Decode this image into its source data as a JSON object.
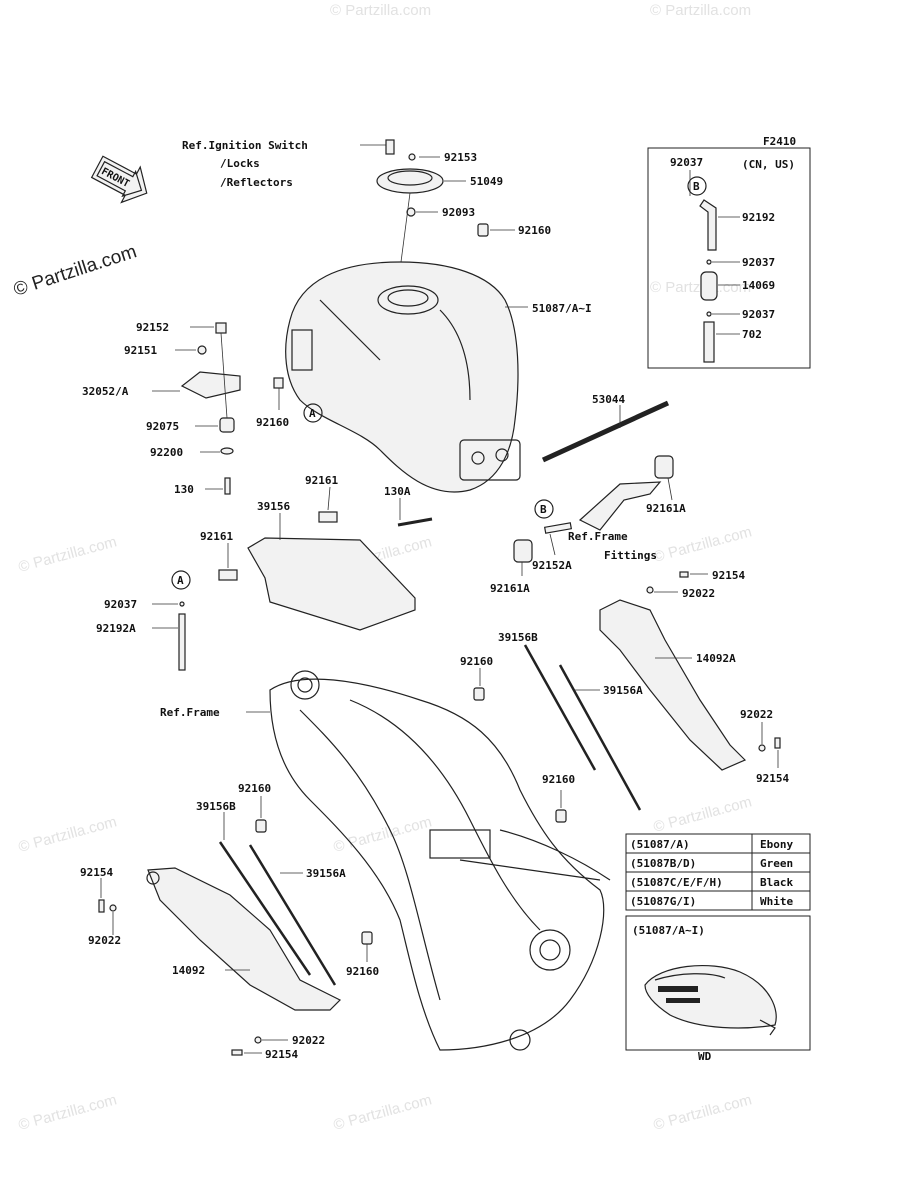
{
  "diagram_code": "F2410",
  "watermark_main": "© Partzilla.com",
  "watermark_tile": "© Partzilla.com",
  "front_label": "FRONT",
  "ref_labels": {
    "ignition_line1": "Ref.Ignition Switch",
    "ignition_line2": "/Locks",
    "ignition_line3": "/Reflectors",
    "frame_fittings_line1": "Ref.Frame",
    "frame_fittings_line2": "Fittings",
    "frame": "Ref.Frame"
  },
  "callouts": {
    "A": "A",
    "B": "B"
  },
  "parts": {
    "p92153": "92153",
    "p51049": "51049",
    "p92093": "92093",
    "p92160_top": "92160",
    "p51087": "51087/A~I",
    "p92152": "92152",
    "p92151": "92151",
    "p32052": "32052/A",
    "p92075": "92075",
    "p92200": "92200",
    "p130": "130",
    "p92160_left": "92160",
    "p53044": "53044",
    "p92161a_right": "92161A",
    "p130a": "130A",
    "p92161_a": "92161",
    "p39156": "39156",
    "p92161_b": "92161",
    "p92152a": "92152A",
    "p92161a_bottom": "92161A",
    "p92154_a": "92154",
    "p92022_a": "92022",
    "p92037_left": "92037",
    "p92192a": "92192A",
    "p39156b_a": "39156B",
    "p92160_mid": "92160",
    "p14092a": "14092A",
    "p39156a_a": "39156A",
    "p92022_b": "92022",
    "p92154_b": "92154",
    "p92160_mid2": "92160",
    "p92160_low": "92160",
    "p39156b_b": "39156B",
    "p39156a_b": "39156A",
    "p92154_c": "92154",
    "p92022_c": "92022",
    "p14092": "14092",
    "p92160_bottom": "92160",
    "p92022_d": "92022",
    "p92154_d": "92154"
  },
  "inset_cn_us": {
    "region": "(CN, US)",
    "p92037_top": "92037",
    "p92192": "92192",
    "p92037_mid": "92037",
    "p14069": "14069",
    "p92037_low": "92037",
    "p702": "702"
  },
  "color_table": [
    {
      "code": "(51087/A)",
      "color": "Ebony"
    },
    {
      "code": "(51087B/D)",
      "color": "Green"
    },
    {
      "code": "(51087C/E/F/H)",
      "color": "Black"
    },
    {
      "code": "(51087G/I)",
      "color": "White"
    }
  ],
  "tank_inset": {
    "title": "(51087/A~I)",
    "caption": "WD"
  }
}
